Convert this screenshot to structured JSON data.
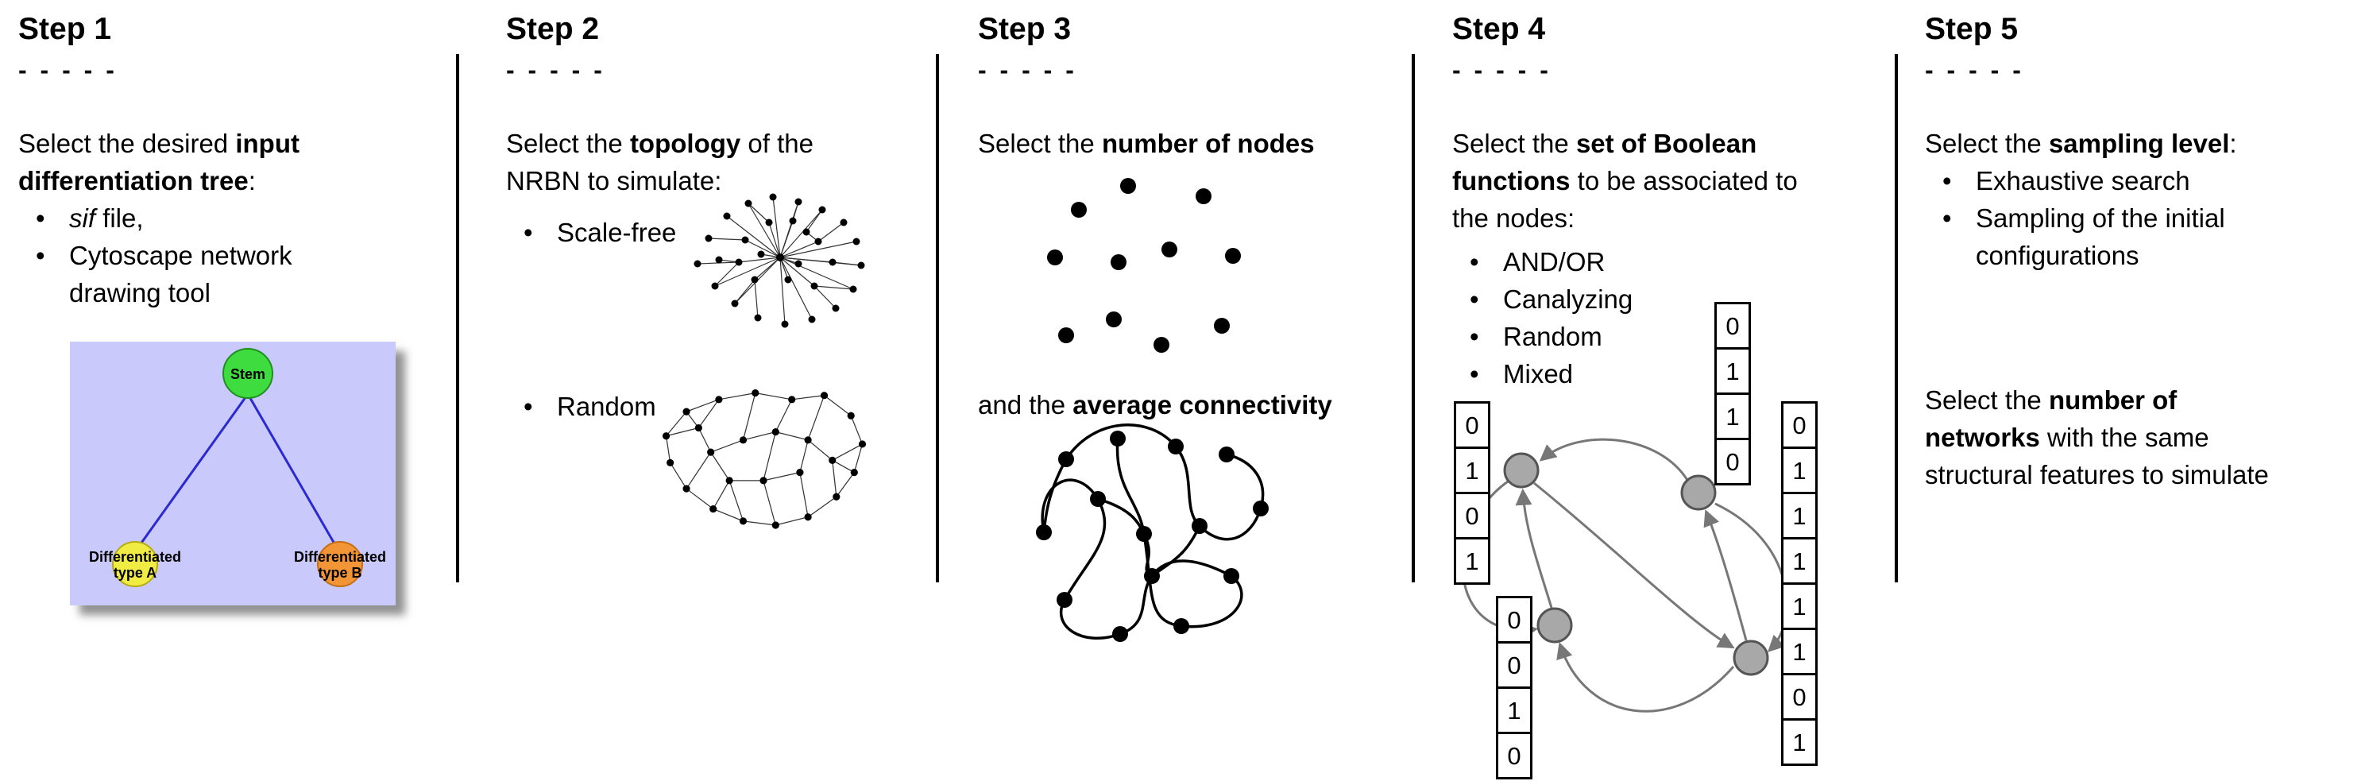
{
  "page": {
    "background": "#ffffff"
  },
  "steps": [
    {
      "title": "Step 1",
      "dashes": "- - - - -",
      "intro_html": "Select the desired <b>input<br>differentiation tree</b>:",
      "bullets_html": [
        "<i>sif</i> file,",
        "Cytoscape network<br>drawing tool"
      ],
      "figure": {
        "stem_label": "Stem",
        "type_a_line1": "Differentiated",
        "type_a_line2": "type A",
        "type_b_line1": "Differentiated",
        "type_b_line2": "type B",
        "colors": {
          "panel_background": "#c9c9fb",
          "panel_shadow": "#9a9a9a",
          "stem_node": "#3edc3e",
          "type_a_node": "#f0ec43",
          "type_b_node": "#f19537",
          "tree_edge": "#2a2ad0"
        }
      }
    },
    {
      "title": "Step 2",
      "dashes": "- - - - -",
      "intro_html": "Select the <b>topology</b> of the<br>NRBN to simulate:",
      "bullets_html": [
        "Scale-free",
        "Random"
      ]
    },
    {
      "title": "Step 3",
      "dashes": "- - - - -",
      "intro_html": "Select the <b>number of nodes</b>",
      "second_html": "and the <b>average connectivity</b>"
    },
    {
      "title": "Step 4",
      "dashes": "- - - - -",
      "intro_html": "Select the <b>set of Boolean<br>functions</b> to be associated to<br>the nodes:",
      "bullets_html": [
        "AND/OR",
        "Canalyzing",
        "Random",
        "Mixed"
      ],
      "truth_tables": {
        "left": [
          "0",
          "1",
          "0",
          "1"
        ],
        "top": [
          "0",
          "1",
          "1",
          "0"
        ],
        "bottom_left": [
          "0",
          "0",
          "1",
          "0"
        ],
        "right": [
          "0",
          "1",
          "1",
          "1",
          "1",
          "1",
          "0",
          "1"
        ]
      },
      "colors": {
        "boolean_node": "#a8a8a8",
        "boolean_node_border": "#555555",
        "arrow": "#777777"
      }
    },
    {
      "title": "Step 5",
      "dashes": "- - - - -",
      "intro_html": "Select the <b>sampling level</b>:",
      "bullets_html": [
        "Exhaustive search",
        "Sampling of the initial<br>configurations"
      ],
      "second_html": "Select the <b>number of<br>networks</b> with the same<br>structural features to simulate"
    }
  ]
}
